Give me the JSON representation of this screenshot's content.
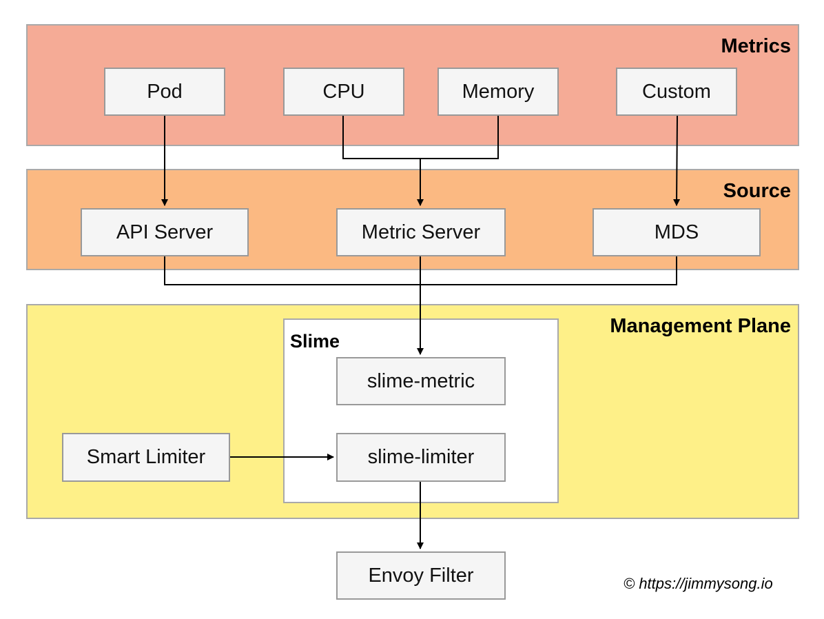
{
  "layers": {
    "metrics": {
      "title": "Metrics",
      "color": "#f5ab96"
    },
    "source": {
      "title": "Source",
      "color": "#fbb982"
    },
    "management": {
      "title": "Management Plane",
      "color": "#fef088"
    }
  },
  "nodes": {
    "pod": "Pod",
    "cpu": "CPU",
    "memory": "Memory",
    "custom": "Custom",
    "api_server": "API Server",
    "metric_server": "Metric Server",
    "mds": "MDS",
    "slime_metric": "slime-metric",
    "slime_limiter": "slime-limiter",
    "smart_limiter": "Smart Limiter",
    "envoy_filter": "Envoy Filter"
  },
  "group": {
    "title": "Slime"
  },
  "credit": "© https://jimmysong.io"
}
